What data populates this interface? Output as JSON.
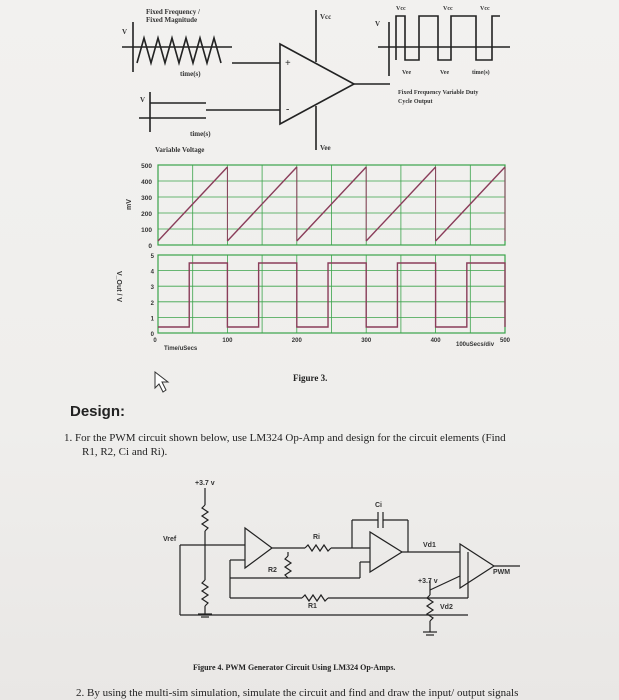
{
  "figure3": {
    "input1_title_line1": "Fixed Frequency /",
    "input1_title_line2": "Fixed Magnitude",
    "input1_axis_v": "V",
    "input1_axis_t": "time(s)",
    "input2_axis_v": "V",
    "input2_axis_t": "time(s)",
    "input2_title": "Variable Voltage",
    "vcc_top": "Vcc",
    "vee_bottom": "Vee",
    "plus_sign": "+",
    "minus_sign": "-",
    "out_axis_v": "V",
    "out_vcc": [
      "Vcc",
      "Vcc",
      "Vcc"
    ],
    "out_vee": [
      "Vee",
      "Vee"
    ],
    "out_axis_t": "time(s)",
    "out_title_line1": "Fixed Frequency Variable Duty",
    "out_title_line2": "Cycle Output",
    "graph_ylabel_top": "mV",
    "graph_yticks_top": [
      "500",
      "400",
      "300",
      "200",
      "100",
      "0"
    ],
    "graph_ylabel_bottom": "V_Out / V",
    "graph_yticks_bottom": [
      "5",
      "4",
      "3",
      "2",
      "1",
      "0"
    ],
    "graph_xticks": [
      "0",
      "100",
      "200",
      "300",
      "400",
      "500"
    ],
    "graph_xlabel": "Time/uSecs",
    "graph_xunit": "100uSecs/div",
    "caption": "Figure 3."
  },
  "design": {
    "heading": "Design:",
    "q1_line1": "1.  For the PWM circuit shown below, use LM324 Op-Amp and design for the circuit elements (Find",
    "q1_line2": "R1, R2, Ci and Ri)."
  },
  "figure4": {
    "supply_label": "+3.7 v",
    "vref_label": "Vref",
    "ci_label": "Ci",
    "ri_label": "Ri",
    "r2_label": "R2",
    "r1_label": "R1",
    "vd1_label": "Vd1",
    "vd2_label": "Vd2",
    "supply2_label": "+3.7 v",
    "pwm_label": "PWM",
    "caption": "Figure 4. PWM Generator Circuit Using LM324 Op-Amps."
  },
  "q2_line": "2.  By using the multi-sim simulation, simulate the circuit and find and draw the input/ output signals",
  "colors": {
    "page": "#efeeec",
    "grid": "#3aa34a",
    "wave": "#8a3d5a",
    "ink": "#222222"
  }
}
